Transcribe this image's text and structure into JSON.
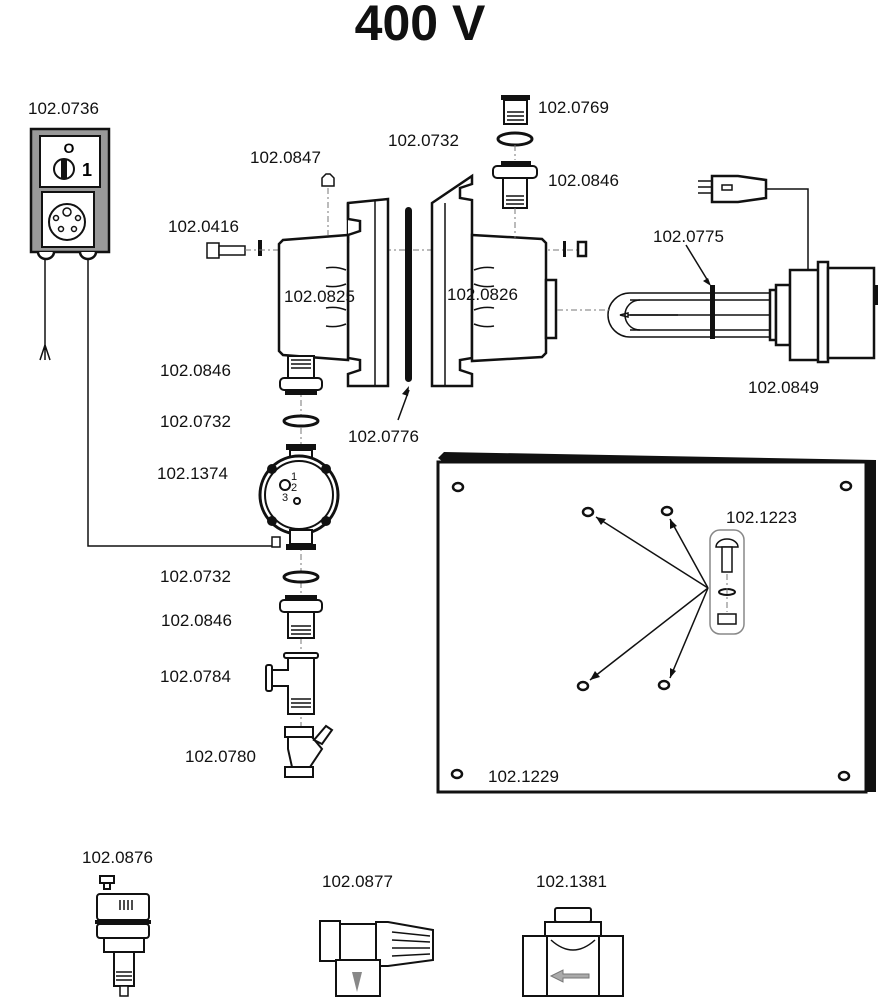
{
  "title": "400 V",
  "parts": {
    "control_box": "102.0736",
    "control_switch_off": "O",
    "control_switch_on": "1",
    "bolt": "102.0416",
    "plug_top": "102.0847",
    "housing_left": "102.0825",
    "housing_right": "102.0826",
    "gasket_middle": "102.0776",
    "plug_right": "102.0769",
    "oring_right": "102.0732",
    "nipple_right": "102.0846",
    "heater_oring": "102.0775",
    "heater_element": "102.0849",
    "nipple_upper": "102.0846",
    "oring_upper": "102.0732",
    "pump": "102.1374",
    "pump_pos_1": "1",
    "pump_pos_2": "2",
    "pump_pos_3": "3",
    "oring_lower": "102.0732",
    "nipple_lower": "102.0846",
    "tee": "102.0784",
    "filter": "102.0780",
    "mounting_kit": "102.1223",
    "mounting_plate": "102.1229",
    "air_vent": "102.0876",
    "safety_valve": "102.0877",
    "check_valve": "102.1381"
  }
}
